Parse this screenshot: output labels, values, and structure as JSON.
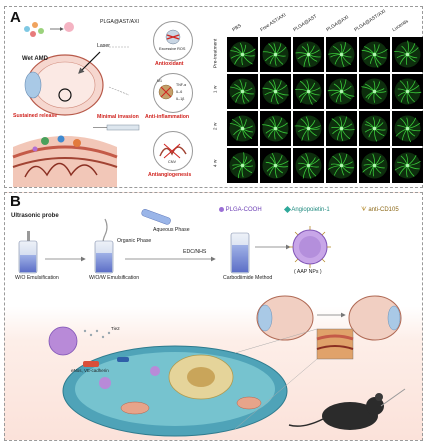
{
  "panel_a": {
    "letter": "A",
    "wet_amd": "Wet AMD",
    "particle_label": "PLGA@AST/AXI",
    "laser": "Laser",
    "sustained_release": "Sustained release",
    "minimal_invasion": "Minimal invasion",
    "excessive_ros": "Excessive ROS",
    "antioxidant": "Antioxidant",
    "cytokines": [
      "M1",
      "TNF-α",
      "IL-6",
      "IL-1β"
    ],
    "anti_inflammation": "Anti-inflammation",
    "cnv": "CNV",
    "antiangiogenesis": "Antiangiogenesis",
    "columns": [
      "PBS",
      "Free AST/AXI",
      "PLGA@AST",
      "PLGA@AXI",
      "PLGA@AST/AXI",
      "Lucentis"
    ],
    "rows": [
      "Pre-treatment",
      "1 w",
      "2 w",
      "4 w"
    ],
    "colors": {
      "red_label": "#d0241f",
      "angiogram_green": "#3cd13c",
      "cell_bg": "#000000"
    }
  },
  "panel_b": {
    "letter": "B",
    "ultrasonic_probe": "Ultrasonic probe",
    "wo_emulsification": "W/O Emulsification",
    "organic_phase": "Organic Phase",
    "wow_emulsification": "W/O/W Emulsification",
    "aqueous_phase": "Aqueous Phase",
    "edc_nhs": "EDC/NHS",
    "carbodiimide": "Carbodiimide Method",
    "aap_nps": "( AAP NPs )",
    "legend": [
      "PLGA-COOH",
      "Angiopoietin-1",
      "anti-CD105"
    ],
    "tie2": "Tie2",
    "cell_labels": [
      "eNos, VE-cadherin"
    ],
    "colors": {
      "plga": "#9b6fd6",
      "angiopoietin": "#2ea89a",
      "cd105": "#b58a2b"
    }
  }
}
